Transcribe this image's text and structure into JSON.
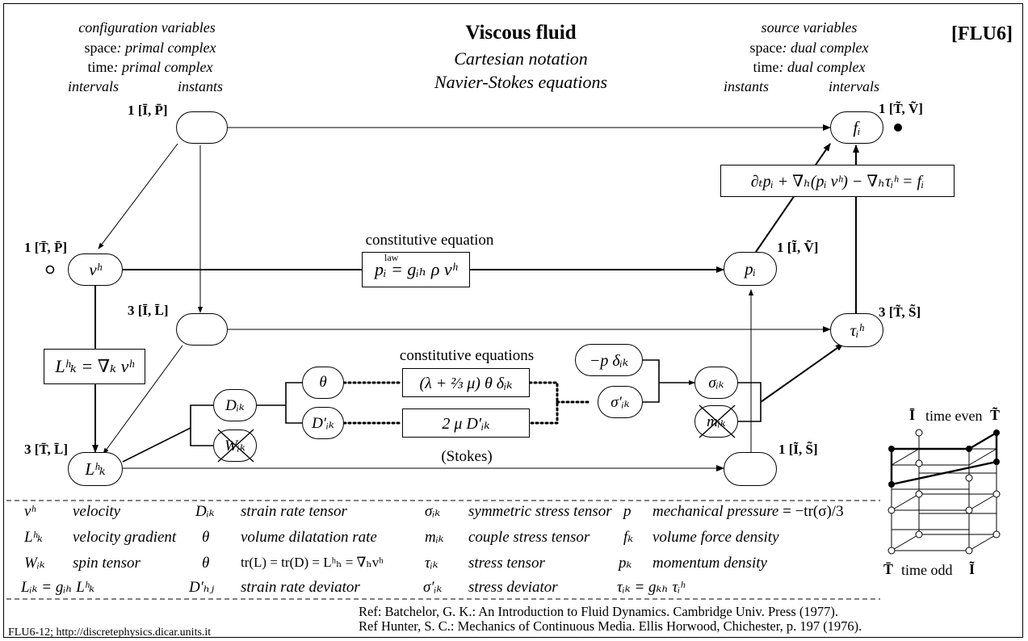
{
  "header": {
    "title": "Viscous fluid",
    "subtitle1": "Cartesian notation",
    "subtitle2": "Navier-Stokes equations",
    "tag": "[FLU6]"
  },
  "left_header": {
    "line1": "configuration variables",
    "space_label": "space",
    "space_value": ": primal complex",
    "time_label": "time",
    "time_value": ": primal complex",
    "intervals": "intervals",
    "instants": "instants"
  },
  "right_header": {
    "line1": "source variables",
    "space_label": "space",
    "space_value": ": dual complex",
    "time_label": "time",
    "time_value": ": dual complex",
    "instants": "instants",
    "intervals": "intervals"
  },
  "cells": {
    "one_I_P": "1 [Ī, P̄]",
    "one_T_P": "1 [T̄, P̄]",
    "three_I_L": "3 [Ī, L̄]",
    "three_T_L": "3 [T̄, L̄]",
    "one_T_V": "1 [T̃, Ṽ]",
    "one_I_V": "1 [Ĩ, Ṽ]",
    "three_T_S": "3 [T̃, S̃]",
    "one_I_S": "1 [Ĩ, S̃]"
  },
  "nodes": {
    "velocity": "vʰ",
    "velocity_gradient": "Lʰₖ",
    "momentum": "pᵢ",
    "force": "fᵢ",
    "stress": "τᵢʰ",
    "strain_rate": "Dᵢₖ",
    "spin": "Wᵢₖ",
    "theta": "θ",
    "strain_rate_deviator": "D′ᵢₖ",
    "pressure_term": "−p δᵢₖ",
    "stress_deviator": "σ′ᵢₖ",
    "symmetric_stress": "σᵢₖ",
    "couple_stress": "mᵢₖ"
  },
  "equations": {
    "constitutive_label": "constitutive equation",
    "constitutive_eq": "pᵢ = gᵢₕ ρ vʰ",
    "law_label": "law",
    "gradient_eq": "Lʰₖ = ∇ₖ vʰ",
    "balance_eq": "∂ₜpᵢ + ∇ₕ(pᵢ vʰ) − ∇ₕτᵢʰ = fᵢ",
    "constitutive_plural_label": "constitutive equations",
    "bulk_eq": "(λ + ⅔ μ) θ δᵢₖ",
    "shear_eq": "2 μ D′ᵢₖ",
    "stokes_label": "(Stokes)"
  },
  "cube": {
    "time_even_left": "Ī",
    "time_even": "time even",
    "time_even_right": "T̃",
    "time_odd_left": "T̄",
    "time_odd": "time odd",
    "time_odd_right": "Ĩ"
  },
  "legend": {
    "rows": [
      [
        {
          "sym": "vʰ",
          "desc": "velocity"
        },
        {
          "sym": "Dᵢₖ",
          "desc": "strain rate tensor"
        },
        {
          "sym": "σᵢₖ",
          "desc": "symmetric stress tensor"
        },
        {
          "sym": "p",
          "desc": "mechanical pressure",
          "extra": "= −tr(σ)/3"
        }
      ],
      [
        {
          "sym": "Lʰₖ",
          "desc": "velocity gradient"
        },
        {
          "sym": "θ",
          "desc": "volume dilatation rate"
        },
        {
          "sym": "mᵢₖ",
          "desc": "couple stress tensor"
        },
        {
          "sym": "fₖ",
          "desc": "volume force density"
        }
      ],
      [
        {
          "sym": "Wᵢₖ",
          "desc": "spin tensor"
        },
        {
          "sym": "θ",
          "desc": "tr(L) = tr(D) = Lʰₕ = ∇ₕvʰ"
        },
        {
          "sym": "τᵢₖ",
          "desc": "stress tensor"
        },
        {
          "sym": "pₖ",
          "desc": "momentum density"
        }
      ],
      [
        {
          "sym": "Lᵢₖ = gᵢₕ Lʰₖ",
          "desc": ""
        },
        {
          "sym": "D′ₕⱼ",
          "desc": "strain rate deviator"
        },
        {
          "sym": "σ′ᵢₖ",
          "desc": "stress deviator"
        },
        {
          "sym": "τᵢₖ = gₖₕ τᵢʰ",
          "desc": ""
        }
      ]
    ]
  },
  "footer": {
    "ref1": "Ref: Batchelor, G. K.: An Introduction to Fluid Dynamics. Cambridge Univ. Press (1977).",
    "ref2": "Ref Hunter, S. C.: Mechanics of Continuous Media. Ellis Horwood, Chichester, p. 197 (1976).",
    "source": "FLU6-12; http://discretephysics.dicar.units.it"
  }
}
